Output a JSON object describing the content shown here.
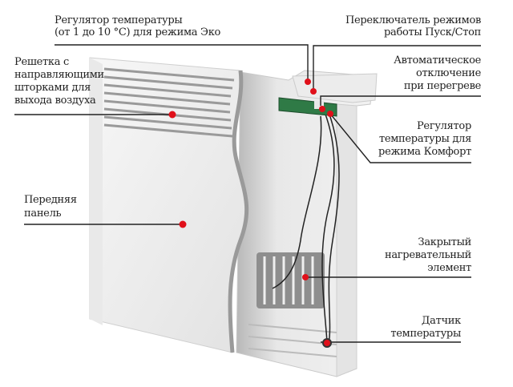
{
  "labels": {
    "eco_regulator": [
      "Регулятор температуры",
      "(от 1 до 10 °С) для режима Эко"
    ],
    "mode_switch": [
      "Переключатель режимов",
      "работы Пуск/Стоп"
    ],
    "grille": [
      "Решетка с",
      "направляющими",
      "шторками для",
      "выхода воздуха"
    ],
    "overheat_cutoff": [
      "Автоматическое",
      "отключение",
      "при перегреве"
    ],
    "comfort_regulator": [
      "Регулятор",
      "температуры для",
      "режима Комфорт"
    ],
    "front_panel": [
      "Передняя",
      "панель"
    ],
    "heating_element": [
      "Закрытый",
      "нагревательный",
      "элемент"
    ],
    "temp_sensor": [
      "Датчик",
      "температуры"
    ]
  },
  "colors": {
    "marker": "#e0101a",
    "leader": "#222222"
  }
}
